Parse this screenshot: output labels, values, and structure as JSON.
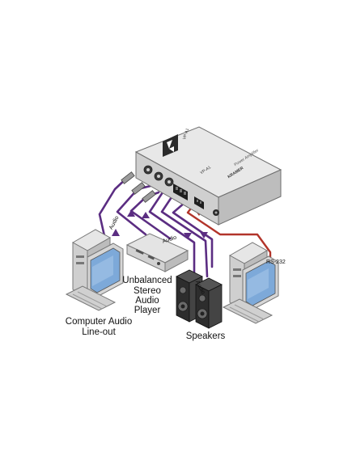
{
  "labels": {
    "computer_audio_line1": "Computer Audio",
    "computer_audio_line2": "Line-out",
    "unbalanced": "Unbalanced",
    "stereo": "Stereo",
    "audio": "Audio",
    "player": "Player",
    "speakers": "Speakers",
    "rs232": "RS-232",
    "cable_audio_1": "Audio",
    "cable_audio_2": "Audio",
    "cable_audio_3": "Audio"
  },
  "device": {
    "brand_mark": "KRAMER",
    "model": "VP-A1",
    "description": "Power Amplifier",
    "model_side": "VP-A1"
  },
  "colors": {
    "audio_cable": "#5b2d82",
    "rs232_cable": "#b2342a",
    "device_body": "#d9d9d9",
    "device_shadow": "#9a9a9a",
    "speaker_body": "#2d2d2d",
    "monitor_screen": "#7da9d9",
    "computer_body": "#cfcfcf"
  },
  "icons": [
    "kramer-logo-icon",
    "computer-icon",
    "cd-player-icon",
    "speaker-icon",
    "audio-jack-icon",
    "terminal-block-icon"
  ]
}
